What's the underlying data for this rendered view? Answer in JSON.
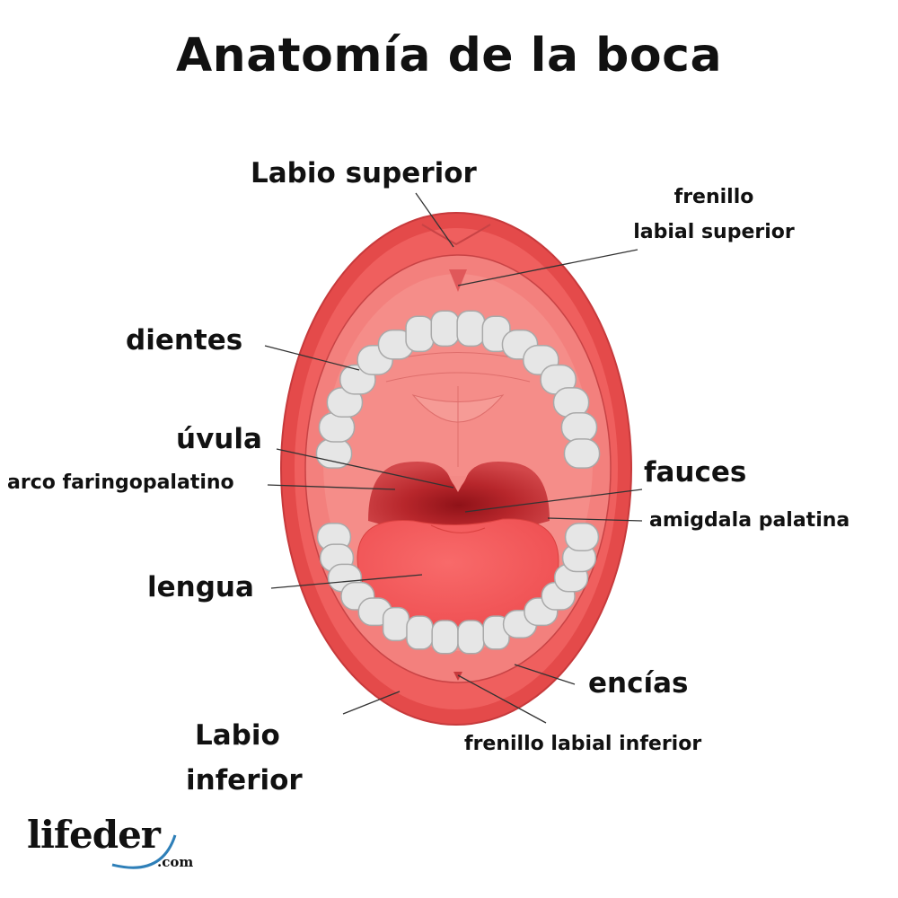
{
  "title": "Anatomía de la boca",
  "labels": {
    "labio_superior": "Labio superior",
    "frenillo_sup_1": "frenillo",
    "frenillo_sup_2": "labial superior",
    "dientes": "dientes",
    "uvula": "úvula",
    "arco": "arco faringopalatino",
    "fauces": "fauces",
    "amigdala": "amigdala palatina",
    "lengua": "lengua",
    "encias": "encías",
    "frenillo_inf": "frenillo labial inferior",
    "labio_inf_1": "Labio",
    "labio_inf_2": "inferior"
  },
  "logo": {
    "word": "lifeder",
    "suffix": ".com"
  },
  "colors": {
    "lip": "#e9514f",
    "inner": "#f48a86",
    "throat": "#b8242a",
    "tongue": "#f4595a",
    "tooth": "#e6e6e6",
    "logo_swoosh": "#2e7fb8"
  }
}
